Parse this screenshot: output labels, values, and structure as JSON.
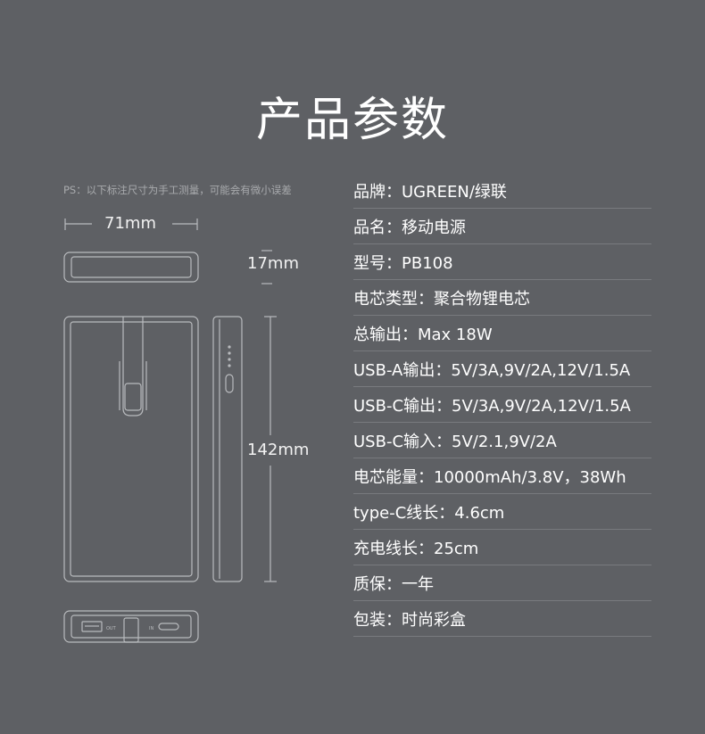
{
  "title": "产品参数",
  "note": "PS：以下标注尺寸为手工测量，可能会有微小误差",
  "dimensions": {
    "width": "71mm",
    "thickness": "17mm",
    "length": "142mm"
  },
  "port_labels": {
    "out": "OUT",
    "in": "IN"
  },
  "specs": [
    "品牌：UGREEN/绿联",
    "品名：移动电源",
    "型号：PB108",
    "电芯类型：聚合物锂电芯",
    "总输出：Max 18W",
    "USB-A输出：5V/3A,9V/2A,12V/1.5A",
    "USB-C输出：5V/3A,9V/2A,12V/1.5A",
    "USB-C输入：5V/2.1,9V/2A",
    "电芯能量：10000mAh/3.8V，38Wh",
    "type-C线长：4.6cm",
    "充电线长：25cm",
    "质保：一年",
    "包装：时尚彩盒"
  ],
  "colors": {
    "background": "#5e6064",
    "line_art": "#b9bbbe",
    "divider": "#787a7e"
  }
}
